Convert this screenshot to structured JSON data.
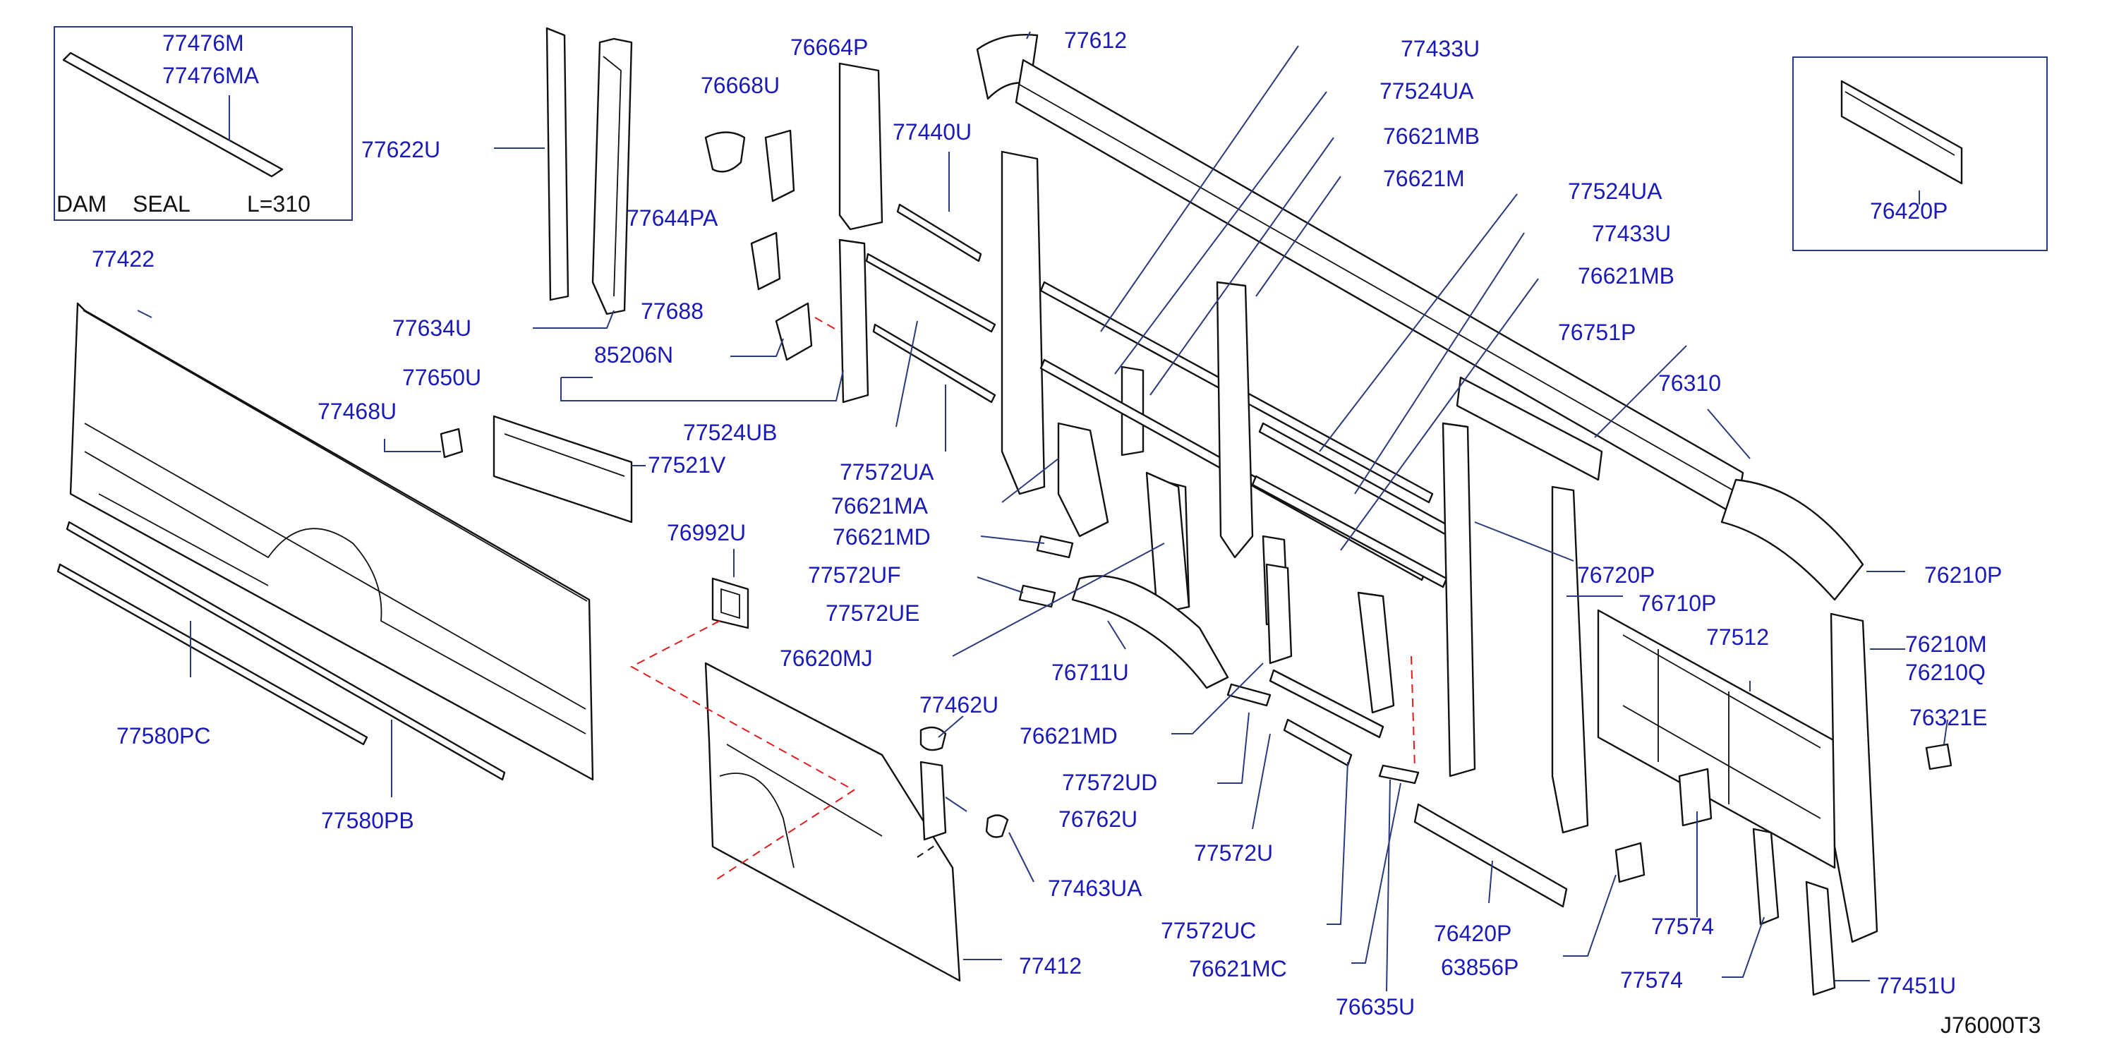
{
  "diagram_id": "J76000T3",
  "inset_seal": {
    "part_numbers": [
      "77476M",
      "77476MA"
    ],
    "caption_dam": "DAM",
    "caption_seal": "SEAL",
    "caption_length": "L=310"
  },
  "inset_reinforcement": {
    "part_number": "76420P"
  },
  "labels": {
    "p77422": "77422",
    "p77622U": "77622U",
    "p77634U": "77634U",
    "p77650U": "77650U",
    "p85206N": "85206N",
    "p77468U": "77468U",
    "p77521V": "77521V",
    "p77524UB": "77524UB",
    "p77580PC": "77580PC",
    "p77580PB": "77580PB",
    "p76664P": "76664P",
    "p76668U": "76668U",
    "p77644PA": "77644PA",
    "p77688": "77688",
    "p77440U": "77440U",
    "p77612": "77612",
    "p77433U_a": "77433U",
    "p77524UA_a": "77524UA",
    "p76621MB_a": "76621MB",
    "p76621M": "76621M",
    "p77524UA_b": "77524UA",
    "p77433U_b": "77433U",
    "p76621MB_b": "76621MB",
    "p76751P": "76751P",
    "p76310": "76310",
    "p77572UA": "77572UA",
    "p76621MA": "76621MA",
    "p76621MD_a": "76621MD",
    "p77572UF": "77572UF",
    "p77572UE": "77572UE",
    "p76620MJ": "76620MJ",
    "p76992U": "76992U",
    "p76711U": "76711U",
    "p76621MD_b": "76621MD",
    "p77462U": "77462U",
    "p76762U": "76762U",
    "p77463UA": "77463UA",
    "p77412": "77412",
    "p77572UD": "77572UD",
    "p77572U": "77572U",
    "p77572UC": "77572UC",
    "p76621MC": "76621MC",
    "p76635U": "76635U",
    "p76420P": "76420P",
    "p63856P": "63856P",
    "p77574_a": "77574",
    "p77574_b": "77574",
    "p77451U": "77451U",
    "p76720P": "76720P",
    "p76710P": "76710P",
    "p77512": "77512",
    "p76210P": "76210P",
    "p76210M": "76210M",
    "p76210Q": "76210Q",
    "p76321E": "76321E"
  }
}
